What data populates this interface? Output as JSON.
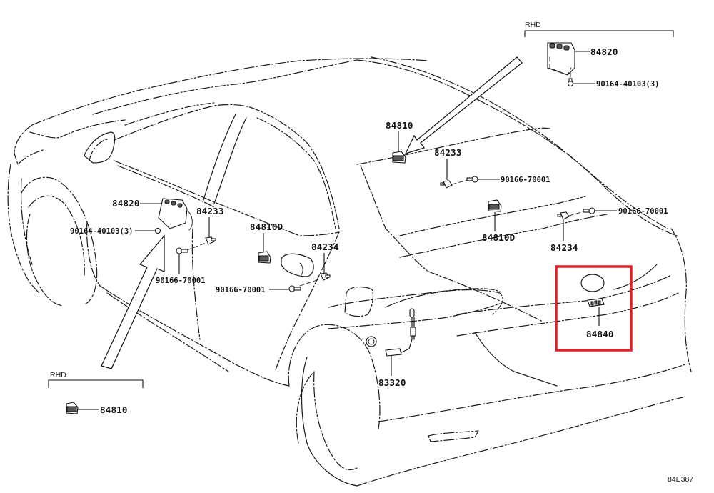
{
  "diagram": {
    "illustration_code": "84E387",
    "highlight_color": "#e0202a",
    "groups": {
      "rhd_top": {
        "header": "RHD"
      },
      "rhd_bottom": {
        "header": "RHD"
      }
    },
    "labels": {
      "rhd_top_switch": "84820",
      "rhd_top_bolt": "90164-40103(3)",
      "door_switch": "84820",
      "door_bolt": "90164-40103(3)",
      "door_clip": "84233",
      "door_screw": "90166-70001",
      "rear_door_switch": "84810D",
      "rear_clip": "84234",
      "rear_screw": "90166-70001",
      "rhd_bottom_switch": "84810",
      "deck_switch": "84810",
      "deck_clip": "84233",
      "deck_screw": "90166-70001",
      "deck_switch_d": "84810D",
      "deck_clip_rear": "84234",
      "deck_screw_rear": "90166-70001",
      "fuel_opener": "83320",
      "trunk_switch": "84840"
    }
  }
}
